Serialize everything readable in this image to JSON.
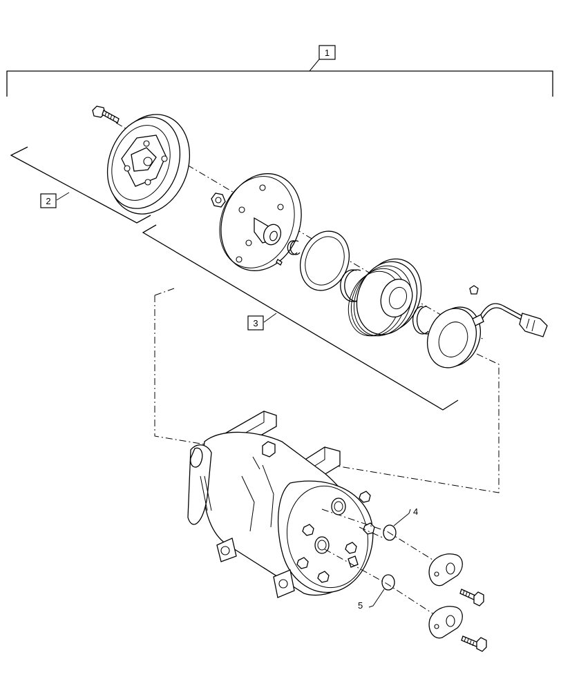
{
  "callouts": {
    "assembly": "1",
    "hub_group": "2",
    "pulley_group": "3",
    "oring_upper": "4",
    "oring_lower": "5"
  }
}
